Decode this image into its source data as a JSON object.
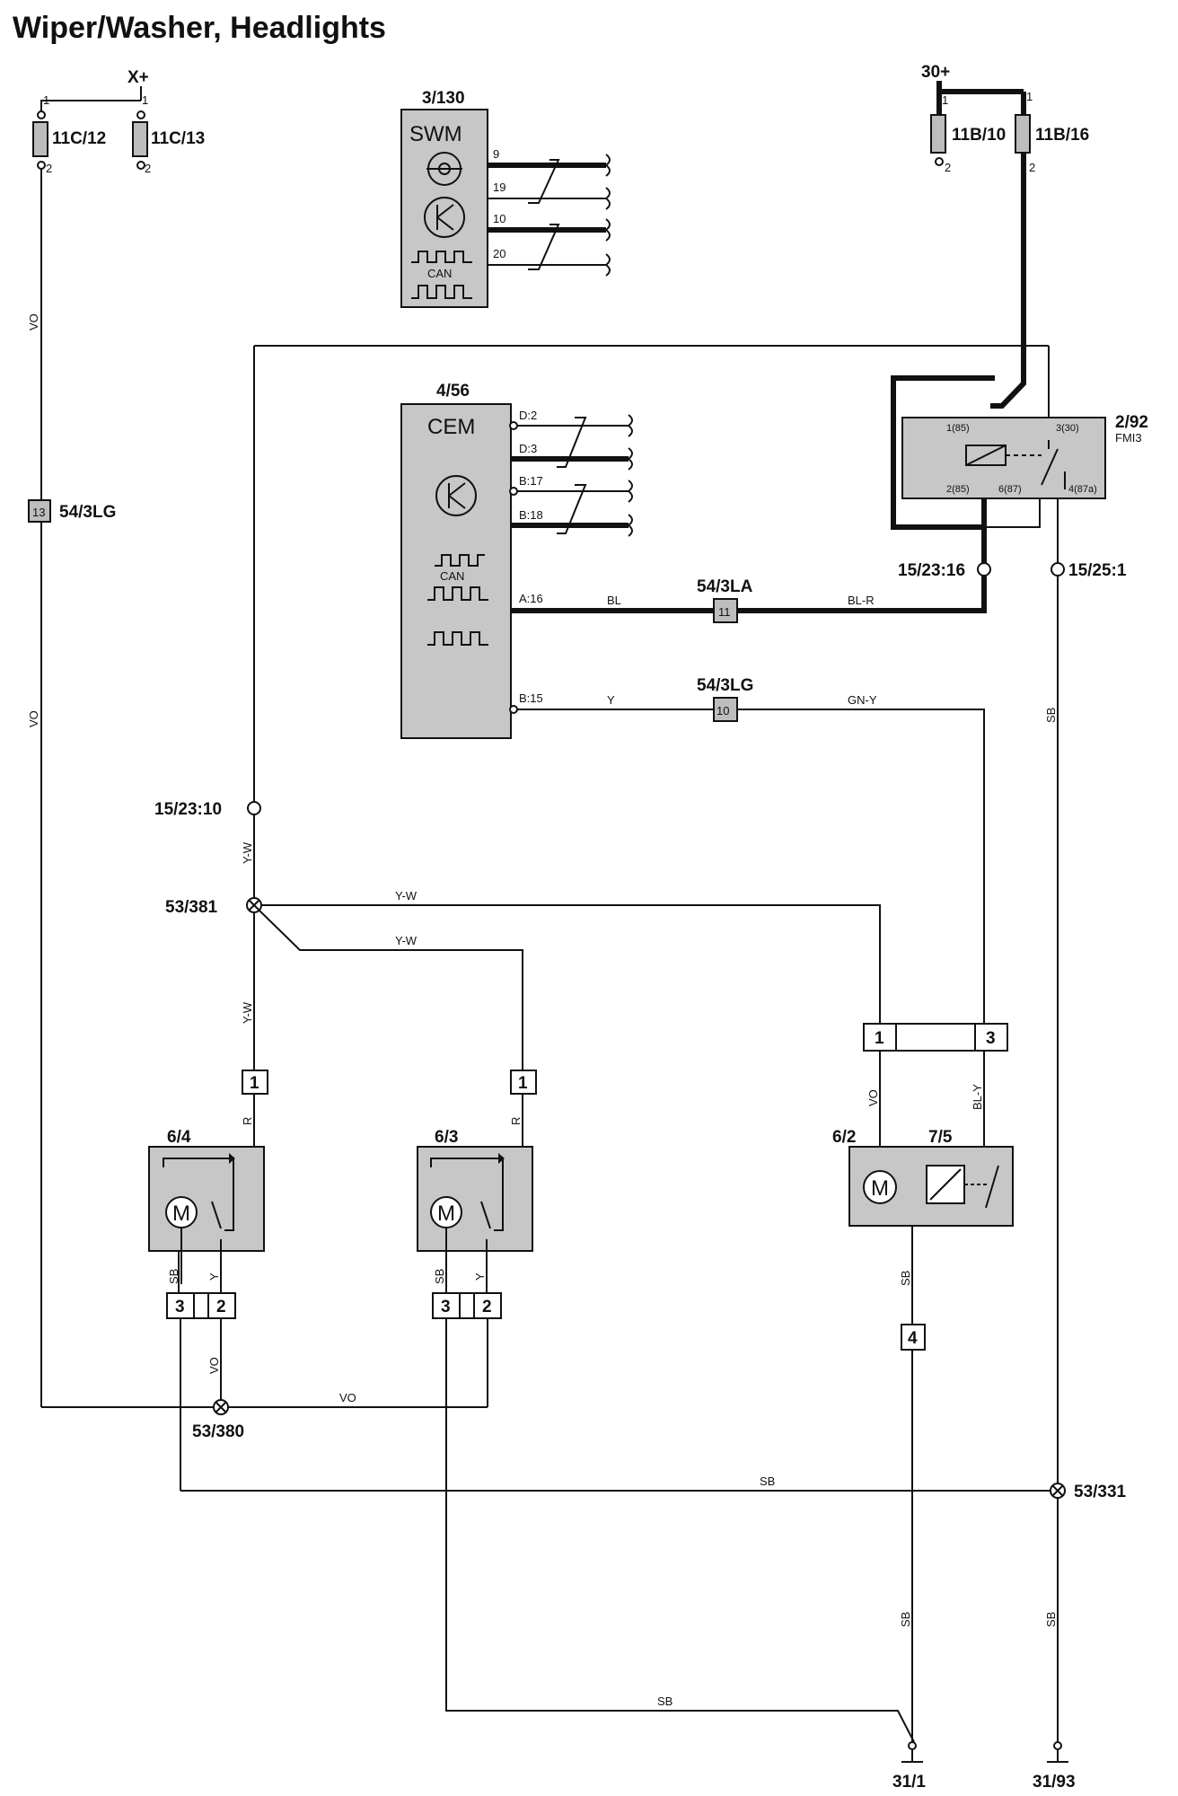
{
  "title": "Wiper/Washer, Headlights",
  "supply": {
    "x_plus": "X+",
    "b30_plus": "30+",
    "pin_1": "1",
    "pin_2": "2"
  },
  "fuses": {
    "f1": "11C/12",
    "f2": "11C/13",
    "f3": "11B/10",
    "f4": "11B/16"
  },
  "swm": {
    "id": "3/130",
    "name": "SWM",
    "can": "CAN",
    "pins": [
      "9",
      "19",
      "10",
      "20"
    ]
  },
  "cem": {
    "id": "4/56",
    "name": "CEM",
    "can": "CAN",
    "pins": [
      "D:2",
      "D:3",
      "B:17",
      "B:18",
      "A:16",
      "B:15"
    ]
  },
  "relay": {
    "id": "2/92",
    "sub": "FMI3",
    "pins": [
      "1(85)",
      "3(30)",
      "2(85)",
      "6(87)",
      "4(87a)"
    ]
  },
  "connectors": {
    "c_54_3lg_left": "54/3LG",
    "c_54_3lg_left_pin": "13",
    "c_54_3la": "54/3LA",
    "c_54_3la_pin": "11",
    "c_54_3lg_mid": "54/3LG",
    "c_54_3lg_mid_pin": "10",
    "c_15_23_16": "15/23:16",
    "c_15_25_1": "15/25:1",
    "c_15_23_10": "15/23:10"
  },
  "splices": {
    "s_53_381": "53/381",
    "s_53_380": "53/380",
    "s_53_331": "53/331"
  },
  "components": {
    "m_6_4": "6/4",
    "m_6_3": "6/3",
    "m_6_2": "6/2",
    "s_7_5": "7/5",
    "motor_symbol": "M"
  },
  "pin_numbers": {
    "one": "1",
    "two": "2",
    "three": "3",
    "four": "4"
  },
  "wires": {
    "vo": "VO",
    "bl": "BL",
    "bl_r": "BL-R",
    "y": "Y",
    "gn_y": "GN-Y",
    "sb": "SB",
    "y_w": "Y-W",
    "r": "R",
    "bl_y": "BL-Y"
  },
  "grounds": {
    "g1": "31/1",
    "g2": "31/93"
  }
}
